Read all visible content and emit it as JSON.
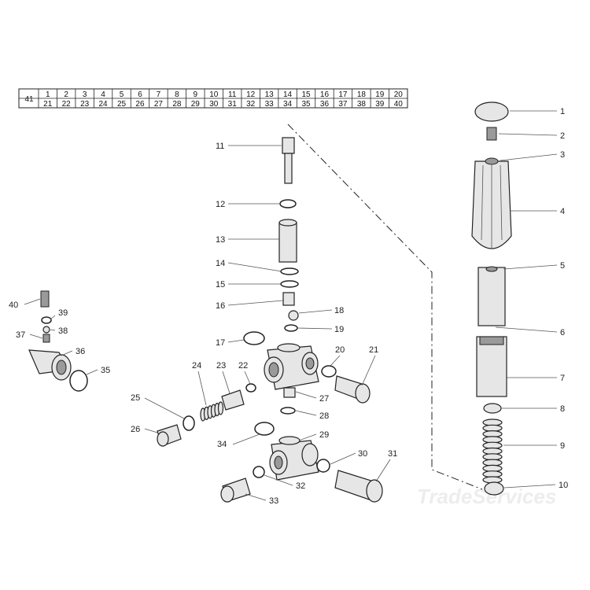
{
  "table": {
    "header": "41",
    "row1": [
      "1",
      "2",
      "3",
      "4",
      "5",
      "6",
      "7",
      "8",
      "9",
      "10",
      "11",
      "12",
      "13",
      "14",
      "15",
      "16",
      "17",
      "18",
      "19",
      "20"
    ],
    "row2": [
      "21",
      "22",
      "23",
      "24",
      "25",
      "26",
      "27",
      "28",
      "29",
      "30",
      "31",
      "32",
      "33",
      "34",
      "35",
      "36",
      "37",
      "38",
      "39",
      "40"
    ]
  },
  "labels": [
    "1",
    "2",
    "3",
    "4",
    "5",
    "6",
    "7",
    "8",
    "9",
    "10",
    "11",
    "12",
    "13",
    "14",
    "15",
    "16",
    "17",
    "18",
    "19",
    "20",
    "21",
    "22",
    "23",
    "24",
    "25",
    "26",
    "27",
    "28",
    "29",
    "30",
    "31",
    "32",
    "33",
    "34",
    "35",
    "36",
    "37",
    "38",
    "39",
    "40"
  ],
  "watermark": "TradeServices"
}
